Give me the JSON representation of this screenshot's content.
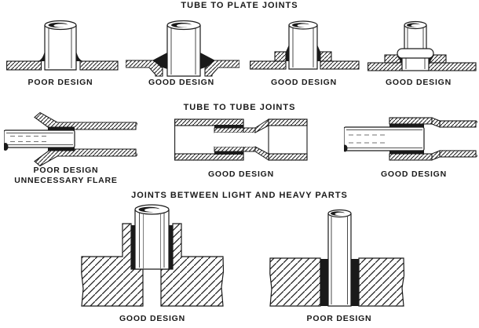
{
  "page": {
    "background": "#ffffff",
    "ink": "#1a1a1a"
  },
  "sections": [
    {
      "title": "TUBE TO PLATE JOINTS",
      "figures": [
        {
          "label": "POOR DESIGN"
        },
        {
          "label": "GOOD DESIGN"
        },
        {
          "label": "GOOD DESIGN"
        },
        {
          "label": "GOOD DESIGN"
        }
      ]
    },
    {
      "title": "TUBE TO TUBE JOINTS",
      "figures": [
        {
          "label": "POOR DESIGN",
          "sublabel": "UNNECESSARY FLARE"
        },
        {
          "label": "GOOD DESIGN"
        },
        {
          "label": "GOOD DESIGN"
        }
      ]
    },
    {
      "title": "JOINTS BETWEEN LIGHT AND HEAVY PARTS",
      "figures": [
        {
          "label": "GOOD DESIGN"
        },
        {
          "label": "POOR DESIGN"
        }
      ]
    }
  ]
}
